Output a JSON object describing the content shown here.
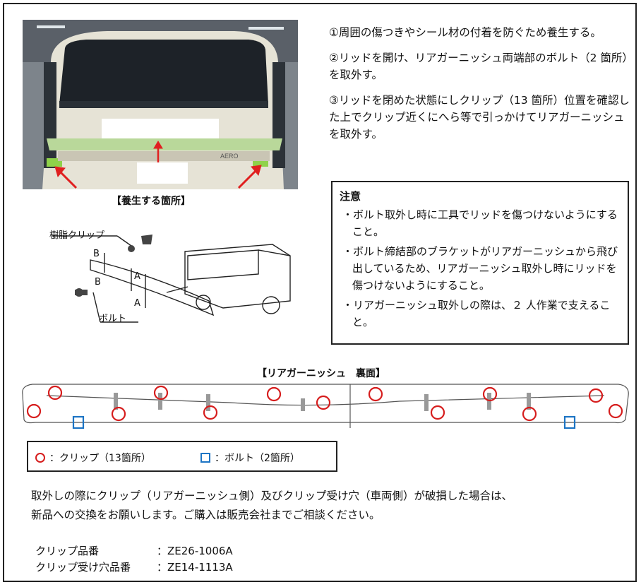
{
  "photo": {
    "caption": "【養生する箇所】",
    "badge_text": "AERO"
  },
  "steps": [
    "①周囲の傷つきやシール材の付着を防ぐため養生する。",
    "②リッドを開け、リアガーニッシュ両端部のボルト（2 箇所）を取外す。",
    "③リッドを閉めた状態にしクリップ（13 箇所）位置を確認した上でクリップ近くにへら等で引っかけてリアガーニッシュを取外す。"
  ],
  "note": {
    "title": "注意",
    "items": [
      "・ボルト取外し時に工具でリッドを傷つけないようにすること。",
      "・ボルト締結部のブラケットがリアガーニッシュから飛び出しているため、リアガーニッシュ取外し時にリッドを傷つけないようにすること。",
      "・リアガーニッシュ取外しの際は、２ 人作業で支えること。"
    ]
  },
  "diagram": {
    "clip_label": "樹脂クリップ",
    "bolt_label": "ボルト",
    "marker_a": "A",
    "marker_b": "B"
  },
  "rear": {
    "title": "【リアガーニッシュ　裏面】"
  },
  "legend": {
    "clip": "：クリップ（13箇所）",
    "bolt": "：ボルト（2箇所）"
  },
  "bottom": {
    "line1": "取外しの際にクリップ（リアガーニッシュ側）及びクリップ受け穴（車両側）が破損した場合は、",
    "line2": "新品への交換をお願いします。ご購入は販売会社までご相談ください。"
  },
  "parts": [
    {
      "label": "クリップ品番",
      "value": "：ZE26-1006A"
    },
    {
      "label": "クリップ受け穴品番",
      "value": "：ZE14-1113A"
    }
  ],
  "colors": {
    "clip_circle": "#d61d1d",
    "bolt_square": "#1c74c4",
    "masking_green": "#8fd24a",
    "arrow_red": "#e02020"
  }
}
